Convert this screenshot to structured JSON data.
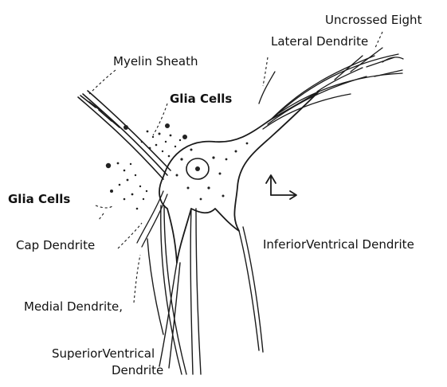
{
  "labels": {
    "uncrossed_eighth": "Uncrossed Eight",
    "lateral_dendrite": "Lateral Dendrite",
    "myelin_sheath": "Myelin Sheath",
    "glia_cells_top": "Glia Cells",
    "glia_cells_left": "Glia Cells",
    "cap_dendrite": "Cap Dendrite",
    "inferior_ventrical_dendrite": "InferiorVentrical Dendrite",
    "medial_dendrite": "Medial Dendrite,",
    "superior_ventrical_line1": "SuperiorVentrical",
    "superior_ventrical_line2": "Dendrite"
  }
}
